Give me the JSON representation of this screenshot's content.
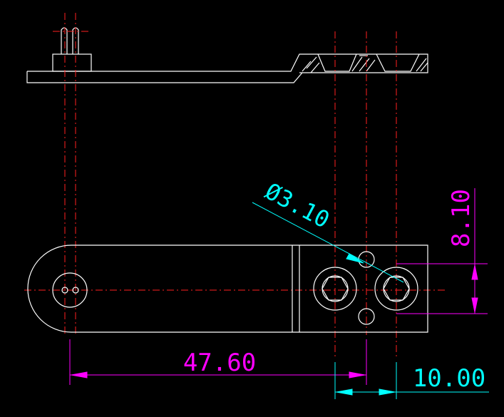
{
  "colors": {
    "background": "#000000",
    "outline": "#ffffff",
    "centerline": "#ff2020",
    "dim_magenta": "#ff00ff",
    "dim_cyan": "#00ffff"
  },
  "dimensions": {
    "length_main": "47.60",
    "hole_spacing_horizontal": "10.00",
    "hole_spacing_vertical": "8.10",
    "hole_diameter": "Ø3.10"
  }
}
